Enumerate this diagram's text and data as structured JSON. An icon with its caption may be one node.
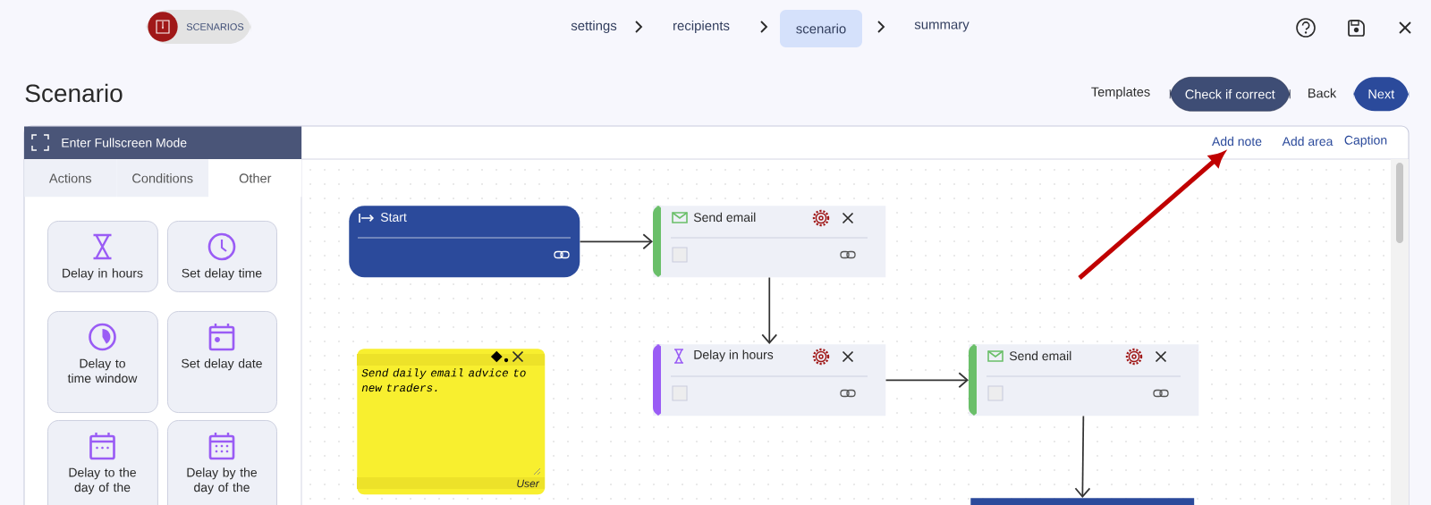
{
  "diagram": {
    "title": "Scenario",
    "nodes": [
      {
        "text": [
          "Start"
        ]
      },
      {
        "text": [
          "Send email"
        ]
      },
      {
        "text": [
          "Delay in hours"
        ]
      },
      {
        "text": [
          "Send email"
        ]
      },
      {
        "text": [],
        "shape": "box"
      },
      {
        "text": [
          "Send daily email advice to new traders.",
          "User"
        ]
      },
      {
        "text": [
          "Add note"
        ]
      },
      {
        "text": [
          "Delay in hours"
        ]
      },
      {
        "text": [
          "Set delay time"
        ]
      },
      {
        "text": [
          "Delay to time window"
        ]
      },
      {
        "text": [
          "Set delay date"
        ]
      },
      {
        "text": [
          "Delay to the day of the"
        ]
      },
      {
        "text": [
          "Delay by the day of the"
        ]
      }
    ],
    "edges": [
      {
        "from": 0,
        "to": 1,
        "arrow": "to"
      },
      {
        "from": 1,
        "to": 2,
        "arrow": "to"
      },
      {
        "from": 2,
        "to": 3,
        "arrow": "to"
      },
      {
        "from": 3,
        "to": 4,
        "arrow": "to"
      },
      {
        "from": null,
        "to": 6,
        "arrow": "to",
        "style": "thick",
        "color": "#c00000"
      }
    ],
    "labels": [
      "SCENARIOS",
      "settings",
      "recipients",
      "scenario",
      "summary",
      "Templates",
      "Check if correct",
      "Back",
      "Next",
      "Enter Fullscreen Mode",
      "Add area",
      "Caption",
      "Actions",
      "Conditions",
      "Other"
    ]
  }
}
